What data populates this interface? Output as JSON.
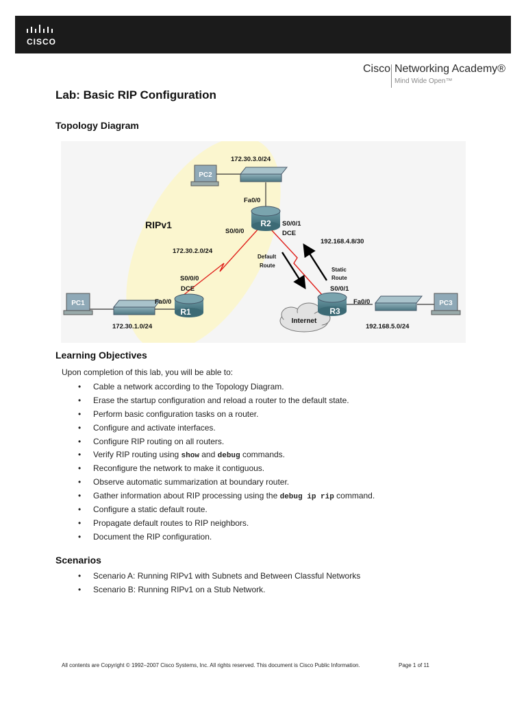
{
  "header": {
    "logo_text": "CISCO",
    "academy_brand_left": "Cisco",
    "academy_brand_right": "Networking Academy®",
    "academy_tagline": "Mind Wide Open™"
  },
  "title": "Lab: Basic RIP Configuration",
  "topology": {
    "heading": "Topology Diagram",
    "ripv1_label": "RIPv1",
    "devices": {
      "pc1": "PC1",
      "pc2": "PC2",
      "pc3": "PC3",
      "r1": "R1",
      "r2": "R2",
      "r3": "R3",
      "internet": "Internet"
    },
    "labels": {
      "net_r2_lan": "172.30.3.0/24",
      "r2_fa": "Fa0/0",
      "r2_s000": "S0/0/0",
      "r2_s001": "S0/0/1",
      "r2_dce": "DCE",
      "net_r1_r2": "172.30.2.0/24",
      "net_r2_r3": "192.168.4.8/30",
      "default_route_1": "Default",
      "default_route_2": "Route",
      "static_route_1": "Static",
      "static_route_2": "Route",
      "r1_s000": "S0/0/0",
      "r1_dce": "DCE",
      "r1_fa": "Fa0/0",
      "net_r1_lan": "172.30.1.0/24",
      "r3_s001": "S0/0/1",
      "r3_fa": "Fa0/0",
      "net_r3_lan": "192.168.5.0/24"
    }
  },
  "objectives": {
    "heading": "Learning Objectives",
    "intro": "Upon completion of this lab, you will be able to:",
    "items": [
      "Cable a network according to the Topology Diagram.",
      "Erase the startup configuration and reload a router to the default state.",
      "Perform basic configuration tasks on a router.",
      "Configure and activate interfaces.",
      "Configure RIP routing on all routers."
    ],
    "item_show": {
      "before": "Verify RIP routing using ",
      "cmd1": "show",
      "middle": " and ",
      "cmd2": "debug",
      "after": " commands."
    },
    "items_2": [
      "Reconfigure the network to make it contiguous.",
      "Observe automatic summarization at boundary router."
    ],
    "item_debug": {
      "before": "Gather information about RIP processing using the ",
      "cmd": "debug ip rip",
      "after": " command."
    },
    "items_3": [
      "Configure a static default route.",
      "Propagate default routes to RIP neighbors.",
      "Document the RIP configuration."
    ]
  },
  "scenarios": {
    "heading": "Scenarios",
    "items": [
      "Scenario A: Running RIPv1 with Subnets and Between Classful Networks",
      "Scenario B: Running RIPv1 on a Stub Network."
    ]
  },
  "footer": {
    "copyright": "All contents are Copyright © 1992–2007 Cisco Systems, Inc. All rights reserved. This document is Cisco Public Information.",
    "page": "Page 1 of 11"
  },
  "colors": {
    "header_bg": "#1b1b1b",
    "ripv1_area": "#fbf6cf",
    "serial_link": "#e0201b",
    "router": "#4d7f8a",
    "pc_label": "#8fa9b7"
  }
}
